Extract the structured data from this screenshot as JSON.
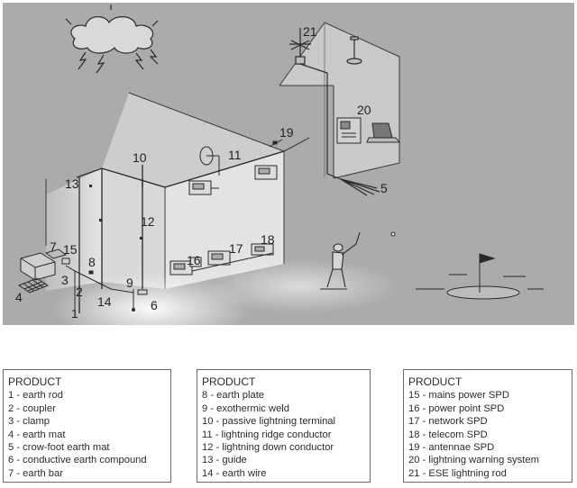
{
  "callouts": {
    "c1": "1",
    "c2": "2",
    "c3": "3",
    "c4": "4",
    "c5": "5",
    "c6": "6",
    "c7": "7",
    "c8": "8",
    "c9": "9",
    "c10": "10",
    "c11": "11",
    "c12": "12",
    "c13": "13",
    "c14": "14",
    "c15": "15",
    "c16": "16",
    "c17": "17",
    "c18": "18",
    "c19": "19",
    "c20": "20",
    "c21": "21"
  },
  "legends": [
    {
      "title": "PRODUCT",
      "items": [
        "1 - earth rod",
        "2 - coupler",
        "3 - clamp",
        "4 - earth mat",
        "5 - crow-foot earth mat",
        "6 - conductive earth compound",
        "7 - earth bar"
      ]
    },
    {
      "title": "PRODUCT",
      "items": [
        "8  -  earth plate",
        "9  -  exothermic weld",
        "10 - passive lightning terminal",
        "11 - lightning ridge conductor",
        "12 - lightning down conductor",
        "13 - guide",
        "14 - earth wire"
      ]
    },
    {
      "title": "PRODUCT",
      "items": [
        "15 - mains power SPD",
        "16 - power point SPD",
        "17 - network SPD",
        "18 - telecom SPD",
        "19 - antennae SPD",
        "20 - lightning warning system",
        "21 - ESE lightning rod"
      ]
    }
  ],
  "colors": {
    "background": "#ababab",
    "line": "#2a2a2a",
    "building_light": "#e2e2e2",
    "building_mid": "#cfcfcf"
  }
}
